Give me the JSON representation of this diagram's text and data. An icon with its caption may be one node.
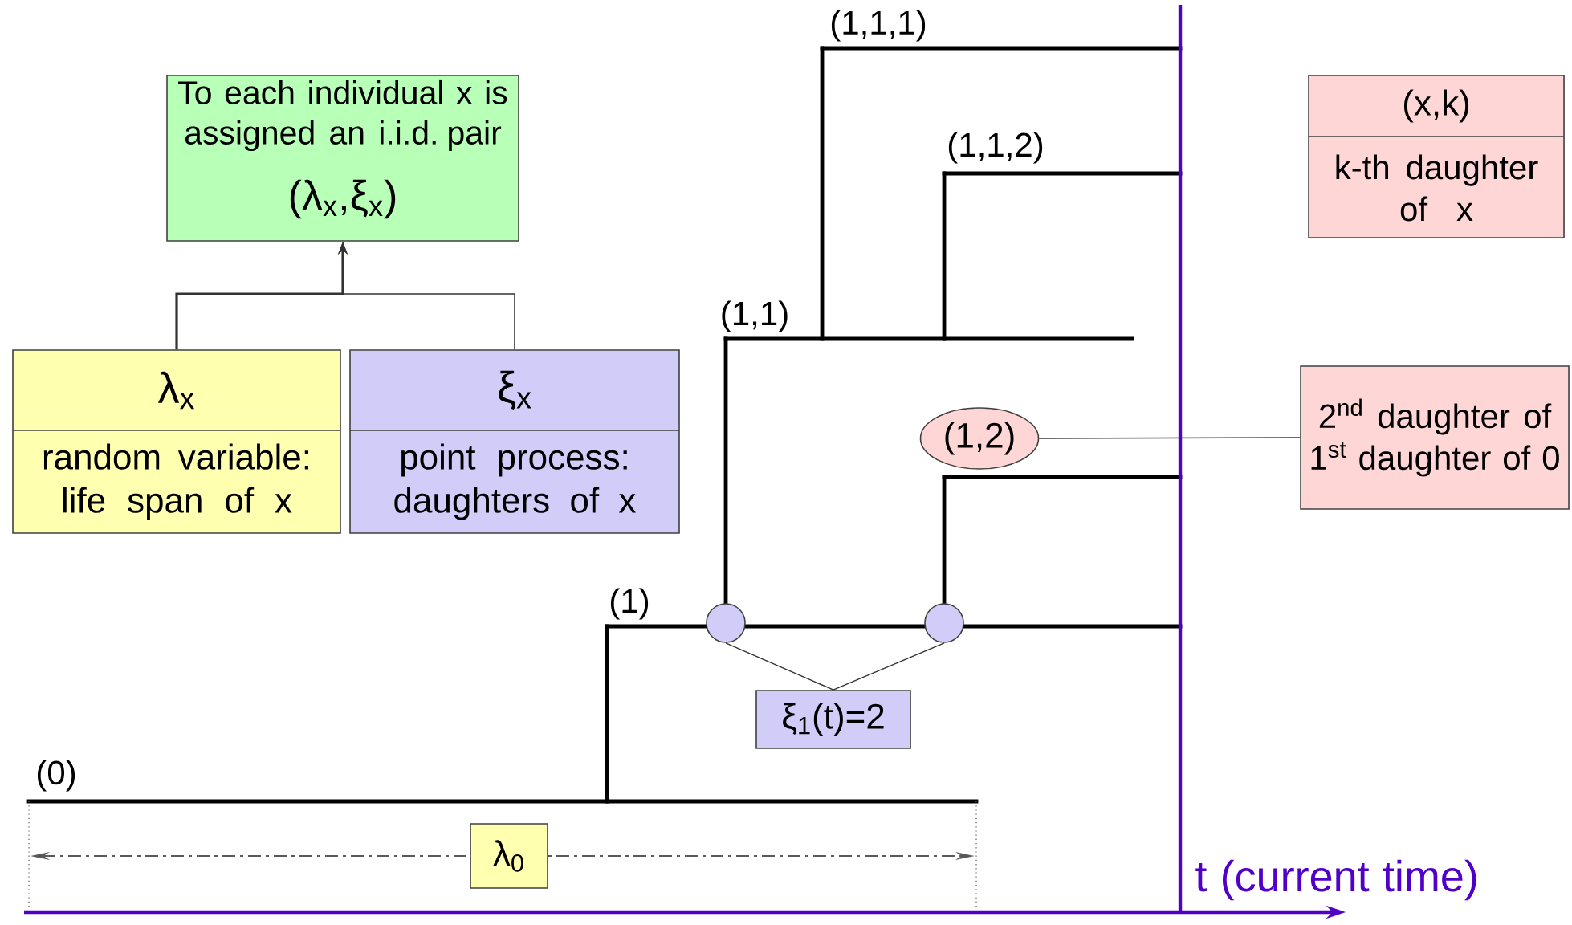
{
  "diagram": {
    "nodes": [
      {
        "text": [
          "To each individual x is assigned an i.i.d. pair",
          "(λ$_{x}$,ξ$_{x}$)"
        ]
      },
      {
        "text": [
          "λ$_{x}$",
          "random variable: life span of x"
        ]
      },
      {
        "text": [
          "ξ$_{x}$",
          "point process: daughters of x"
        ]
      },
      {
        "text": [
          "(x,k)",
          "k-th daughter of x"
        ]
      },
      {
        "text": [
          "(1,2)"
        ]
      },
      {
        "text": [
          "2$^{nd}$ daughter of 1$^{st}$ daughter of 0"
        ]
      },
      {
        "text": [
          "ξ$_{1}$(t)=2"
        ]
      },
      {
        "text": [],
        "shape": "circle"
      },
      {
        "text": [],
        "shape": "circle"
      },
      {
        "text": [
          "λ$_{0}$"
        ]
      }
    ],
    "edges": [
      {
        "from": 1,
        "to": 0,
        "arrow": "to"
      },
      {
        "from": 2,
        "to": 0,
        "arrow": "to"
      },
      {
        "from": 4,
        "to": 5,
        "arrow": "none"
      },
      {
        "from": 6,
        "to": 7,
        "arrow": "none"
      },
      {
        "from": 6,
        "to": 8,
        "arrow": "none"
      }
    ],
    "labels": [
      "(1,1,1)",
      "(1,1,2)",
      "(1,1)",
      "(1)",
      "(0)",
      "t (current time)"
    ]
  }
}
